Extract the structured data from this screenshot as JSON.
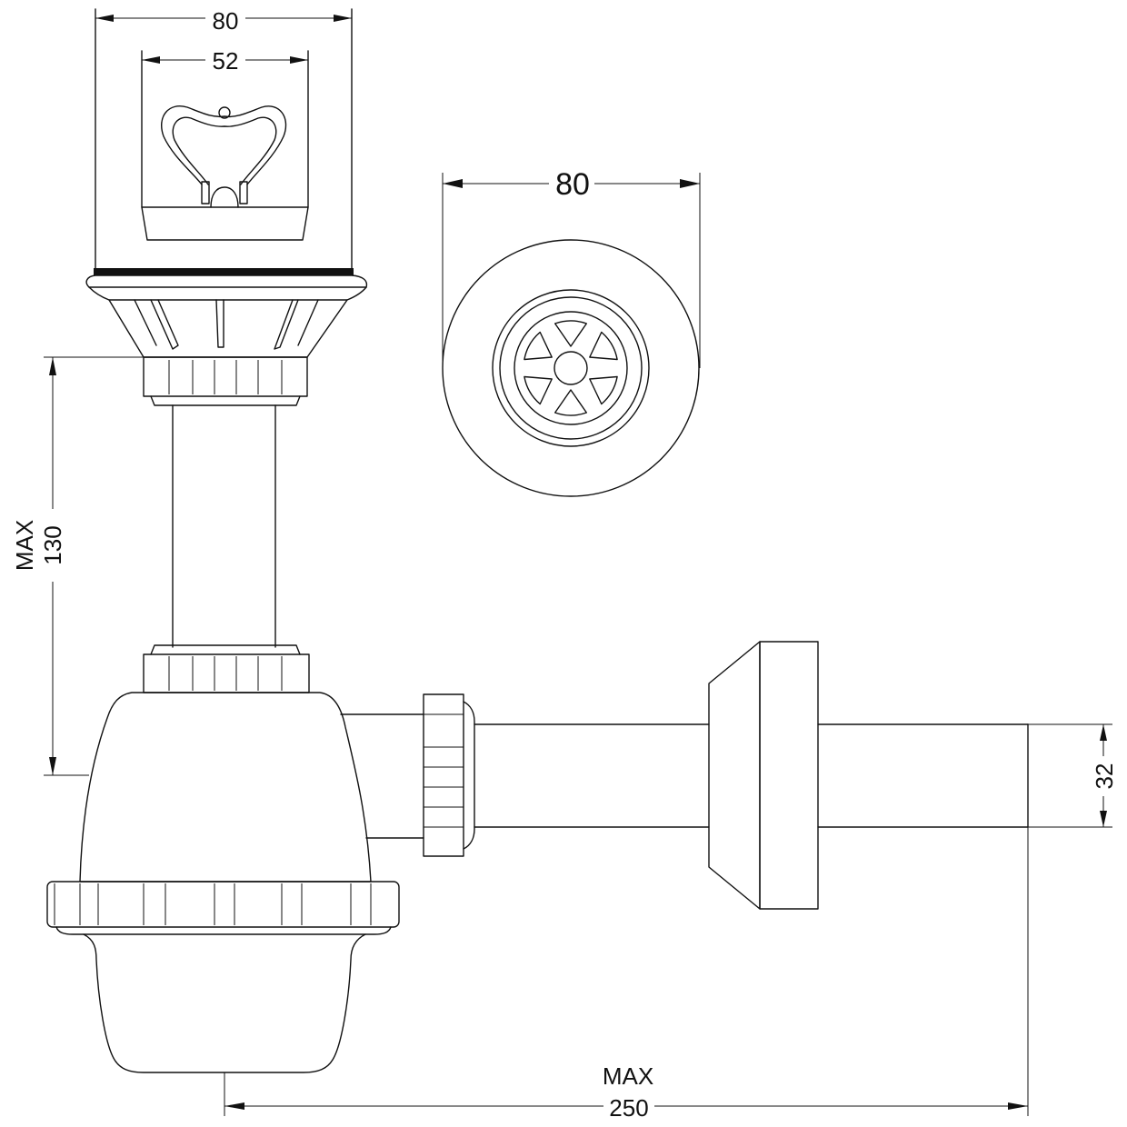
{
  "dimensions": {
    "strainer_width": "80",
    "basket_width": "52",
    "grid_diameter": "80",
    "max_height_label": "MAX",
    "max_height_value": "130",
    "pipe_diameter": "32",
    "max_length_label": "MAX",
    "max_length_value": "250"
  },
  "colors": {
    "line": "#111111",
    "background": "#ffffff"
  }
}
